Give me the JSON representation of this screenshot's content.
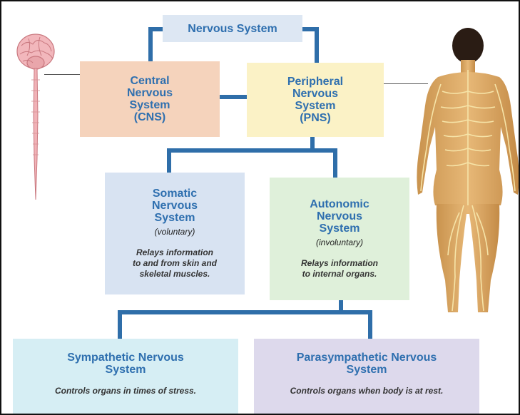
{
  "diagram": {
    "root": {
      "title": "Nervous System"
    },
    "cns": {
      "title": "Central\nNervous\nSystem\n(CNS)"
    },
    "pns": {
      "title": "Peripheral\nNervous\nSystem\n(PNS)"
    },
    "somatic": {
      "title": "Somatic\nNervous\nSystem",
      "subtitle": "(voluntary)",
      "description": "Relays information\nto and from skin and\nskeletal muscles."
    },
    "autonomic": {
      "title": "Autonomic\nNervous\nSystem",
      "subtitle": "(involuntary)",
      "description": "Relays information\nto internal organs."
    },
    "sympathetic": {
      "title": "Sympathetic Nervous\nSystem",
      "description": "Controls organs in times of stress."
    },
    "parasympathetic": {
      "title": "Parasympathetic Nervous\nSystem",
      "description": "Controls organs when body is at rest."
    }
  },
  "colors": {
    "connector": "#2f6ea9",
    "title_text": "#2e6faf",
    "root_fill": "#dde7f3",
    "cns_fill": "#f5d3bc",
    "pns_fill": "#fbf2c6",
    "somatic_fill": "#d8e3f2",
    "autonomic_fill": "#dff0da",
    "sympathetic_fill": "#d6eef4",
    "parasympathetic_fill": "#ddd9ec"
  },
  "illustrations": {
    "left": "brain-and-spinal-cord",
    "right": "human-body-nerves"
  }
}
